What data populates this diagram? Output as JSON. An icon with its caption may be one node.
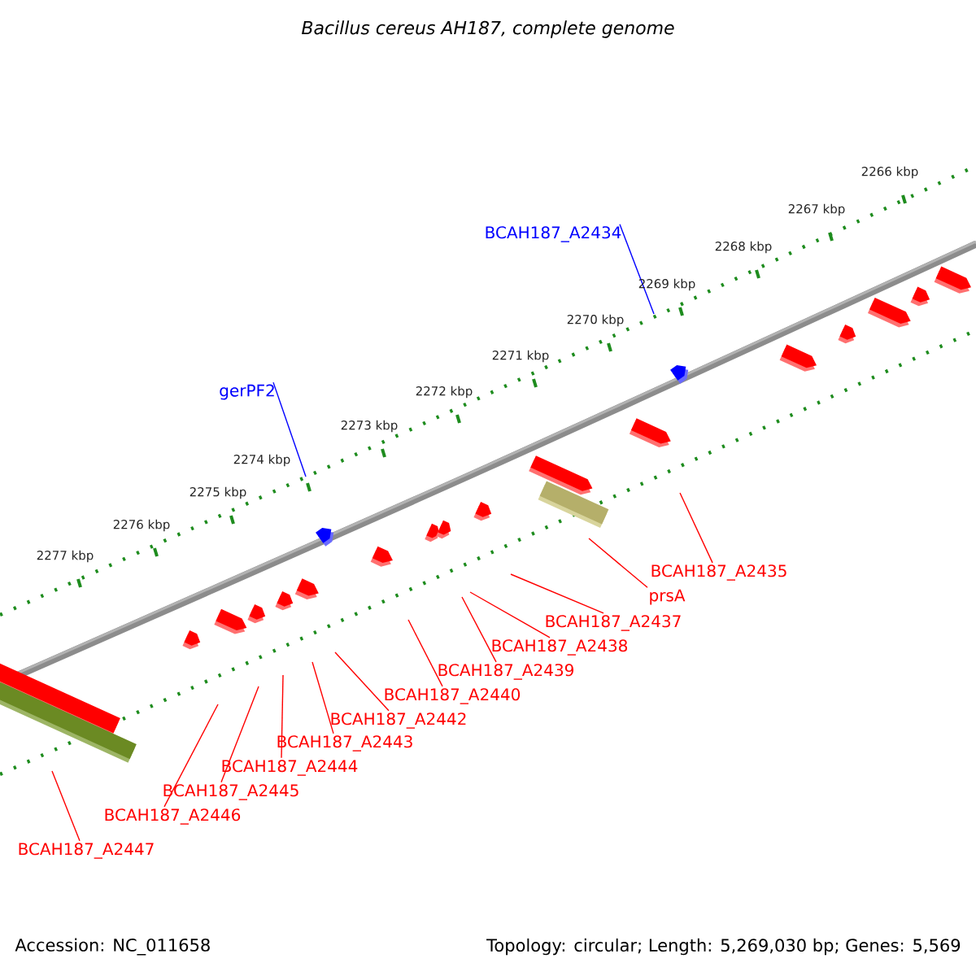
{
  "diagram": {
    "title": "Bacillus cereus AH187, complete genome",
    "nodes": [
      {
        "text": [
          "BCAH187_A2434"
        ]
      },
      {
        "text": [
          "gerPF2"
        ]
      },
      {
        "text": [
          "BCAH187_A2435"
        ]
      },
      {
        "text": [
          "prsA"
        ]
      },
      {
        "text": [
          "BCAH187_A2437"
        ]
      },
      {
        "text": [
          "BCAH187_A2438"
        ]
      },
      {
        "text": [
          "BCAH187_A2439"
        ]
      },
      {
        "text": [
          "BCAH187_A2440"
        ]
      },
      {
        "text": [
          "BCAH187_A2442"
        ]
      },
      {
        "text": [
          "BCAH187_A2443"
        ]
      },
      {
        "text": [
          "BCAH187_A2444"
        ]
      },
      {
        "text": [
          "BCAH187_A2445"
        ]
      },
      {
        "text": [
          "BCAH187_A2446"
        ]
      },
      {
        "text": [
          "BCAH187_A2447"
        ]
      }
    ],
    "edges": [
      {
        "from": 0,
        "to": null,
        "arrow": "none",
        "color": "#0000ff"
      },
      {
        "from": 1,
        "to": null,
        "arrow": "none",
        "color": "#0000ff"
      },
      {
        "from": 2,
        "to": null,
        "arrow": "none"
      },
      {
        "from": 3,
        "to": null,
        "arrow": "none"
      },
      {
        "from": 4,
        "to": null,
        "arrow": "none"
      },
      {
        "from": 5,
        "to": null,
        "arrow": "none"
      },
      {
        "from": 6,
        "to": null,
        "arrow": "none"
      },
      {
        "from": 7,
        "to": null,
        "arrow": "none"
      },
      {
        "from": 8,
        "to": null,
        "arrow": "none"
      },
      {
        "from": 9,
        "to": null,
        "arrow": "none"
      },
      {
        "from": 10,
        "to": null,
        "arrow": "none"
      },
      {
        "from": 11,
        "to": null,
        "arrow": "none"
      },
      {
        "from": 12,
        "to": null,
        "arrow": "none"
      },
      {
        "from": 13,
        "to": null,
        "arrow": "none"
      }
    ],
    "labels": [
      "2266 kbp",
      "2267 kbp",
      "2268 kbp",
      "2269 kbp",
      "2270 kbp",
      "2271 kbp",
      "2272 kbp",
      "2273 kbp",
      "2274 kbp",
      "2275 kbp",
      "2276 kbp",
      "2277 kbp",
      "Accession: NC_011658",
      "Topology: circular; Length: 5,269,030 bp; Genes: 5,569"
    ]
  }
}
